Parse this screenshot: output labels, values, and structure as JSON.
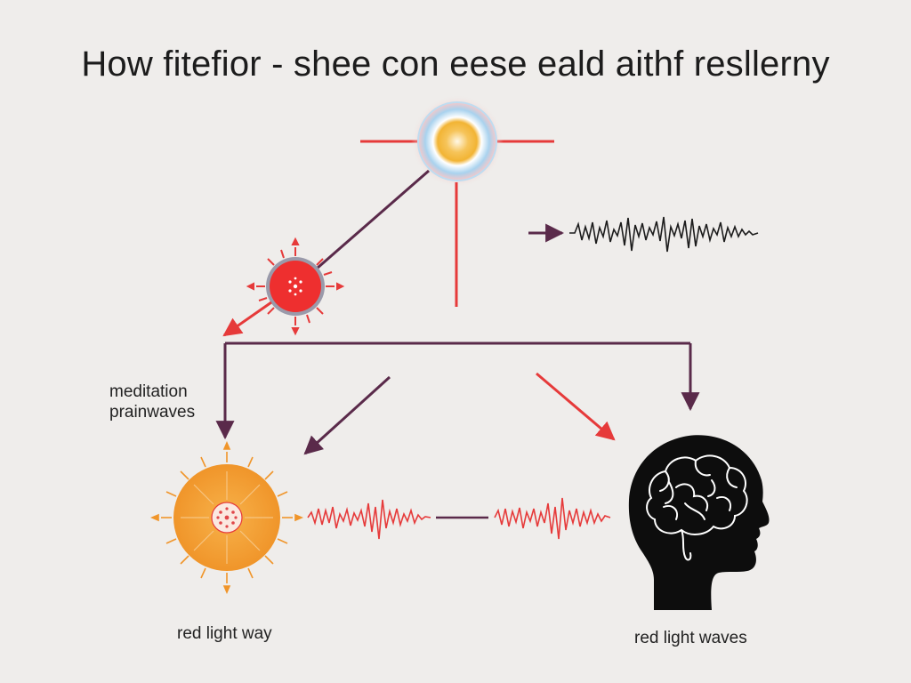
{
  "title": "How fitefior - shee con eese eald aithf resllerny",
  "labels": {
    "meditation_line1": "meditation",
    "meditation_line2": "prainwaves",
    "left_bottom": "red light way",
    "right_bottom": "red light waves"
  },
  "colors": {
    "background": "#efedeb",
    "red": "#e63a3a",
    "purple": "#5a2a4a",
    "orange": "#f29a2e",
    "glow_blue": "#a9d2ee",
    "glow_yellow": "#f2b434",
    "ink": "#1c1c1c",
    "head": "#0d0d0d"
  },
  "icons": {
    "top_node": "light-source-icon",
    "red_cell": "red-cell-icon",
    "orange_cell": "sun-cell-icon",
    "head": "brain-head-icon"
  }
}
